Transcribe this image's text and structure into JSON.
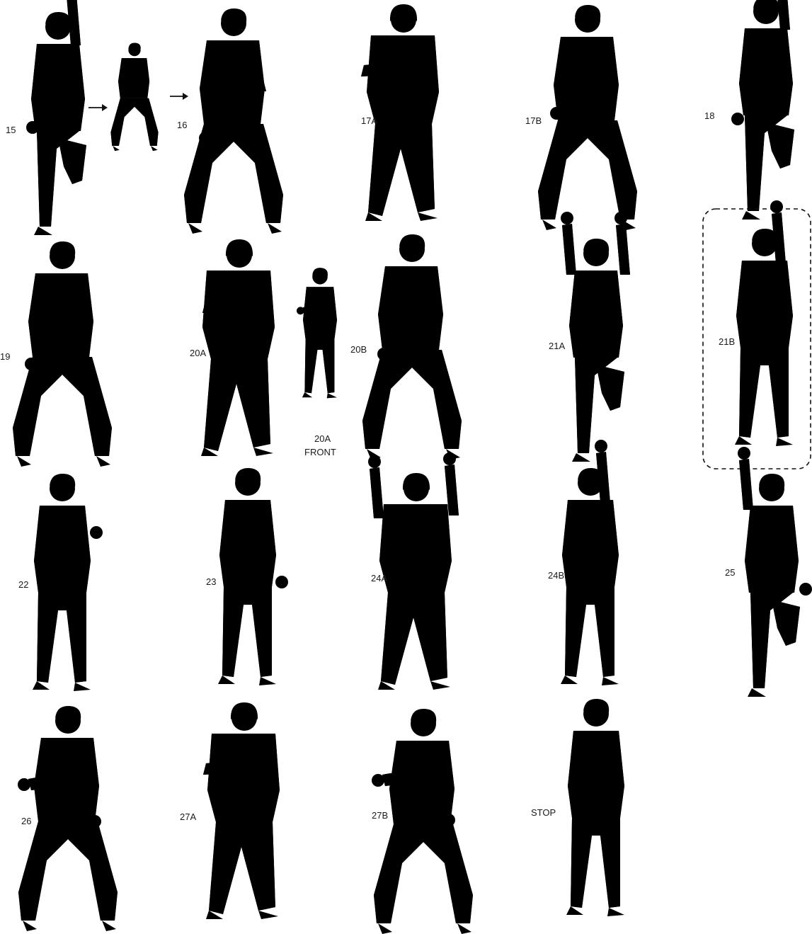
{
  "figures": [
    {
      "id": "15",
      "label": "15"
    },
    {
      "id": "15-inset",
      "label": ""
    },
    {
      "id": "16",
      "label": "16"
    },
    {
      "id": "17A",
      "label": "17A"
    },
    {
      "id": "17B",
      "label": "17B"
    },
    {
      "id": "18",
      "label": "18"
    },
    {
      "id": "19",
      "label": "19"
    },
    {
      "id": "20A",
      "label": "20A"
    },
    {
      "id": "20A-front",
      "label": "20A",
      "sublabel": "FRONT"
    },
    {
      "id": "20B",
      "label": "20B"
    },
    {
      "id": "21A",
      "label": "21A"
    },
    {
      "id": "21B",
      "label": "21B"
    },
    {
      "id": "22",
      "label": "22"
    },
    {
      "id": "23",
      "label": "23"
    },
    {
      "id": "24A",
      "label": "24A"
    },
    {
      "id": "24B",
      "label": "24B"
    },
    {
      "id": "25",
      "label": "25"
    },
    {
      "id": "26",
      "label": "26"
    },
    {
      "id": "27A",
      "label": "27A"
    },
    {
      "id": "27B",
      "label": "27B"
    },
    {
      "id": "stop",
      "label": "STOP"
    }
  ]
}
